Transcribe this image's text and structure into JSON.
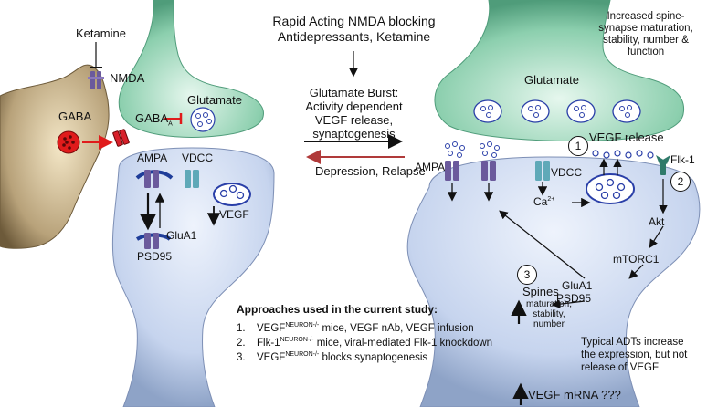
{
  "header": {
    "line1": "Rapid Acting NMDA blocking",
    "line2": "Antidepressants, Ketamine"
  },
  "left_panel": {
    "ketamine": "Ketamine",
    "nmda": "NMDA",
    "gaba": "GABA",
    "gaba_a": "GABA",
    "gaba_a_sub": "A",
    "glutamate": "Glutamate",
    "ampa": "AMPA",
    "vdcc": "VDCC",
    "vegf": "VEGF",
    "glua1": "GluA1",
    "psd95": "PSD95"
  },
  "middle": {
    "burst_1": "Glutamate Burst:",
    "burst_2": "Activity dependent",
    "burst_3": "VEGF release,",
    "burst_4": "synaptogenesis",
    "depression": "Depression, Relapse"
  },
  "right_panel": {
    "top_note_1": "Increased spine-",
    "top_note_2": "synapse maturation,",
    "top_note_3": "stability, number &",
    "top_note_4": "function",
    "glutamate": "Glutamate",
    "ampa": "AMPA",
    "vdcc": "VDCC",
    "ca": "Ca",
    "ca_sup": "2+",
    "vegf_release": "VEGF release",
    "flk1": "Flk-1",
    "akt": "Akt",
    "mtorc1": "mTORC1",
    "glua1": "GluA1",
    "psd95": "PSD95",
    "spines": "Spines",
    "spines_sub_1": "maturation,",
    "spines_sub_2": "stability,",
    "spines_sub_3": "number",
    "circle_1": "1",
    "circle_2": "2",
    "circle_3": "3",
    "adt_1": "Typical ADTs increase",
    "adt_2": "the expression, but not",
    "adt_3": "release of VEGF",
    "mrna": "VEGF mRNA ???"
  },
  "approaches": {
    "title": "Approaches used in the current study:",
    "items": [
      {
        "num": "1.",
        "pre": "VEGF",
        "sup": "NEURON-/-",
        "post": " mice, VEGF nAb, VEGF infusion"
      },
      {
        "num": "2.",
        "pre": "Flk-1",
        "sup": "NEURON-/-",
        "post": " mice, viral-mediated Flk-1 knockdown"
      },
      {
        "num": "3.",
        "pre": "VEGF",
        "sup": "NEURON-/-",
        "post": " blocks synaptogenesis"
      }
    ]
  },
  "colors": {
    "gaba_neuron": "#b8a27a",
    "glutamate_terminal": "#8ccfae",
    "postsynaptic": "#c6d4ee",
    "receptor_purple": "#6b5a9c",
    "receptor_teal": "#5fa9b8",
    "vesicle_blue": "#2a3fa8",
    "gaba_red": "#d8202a",
    "arrow_red": "#b03a3a"
  }
}
